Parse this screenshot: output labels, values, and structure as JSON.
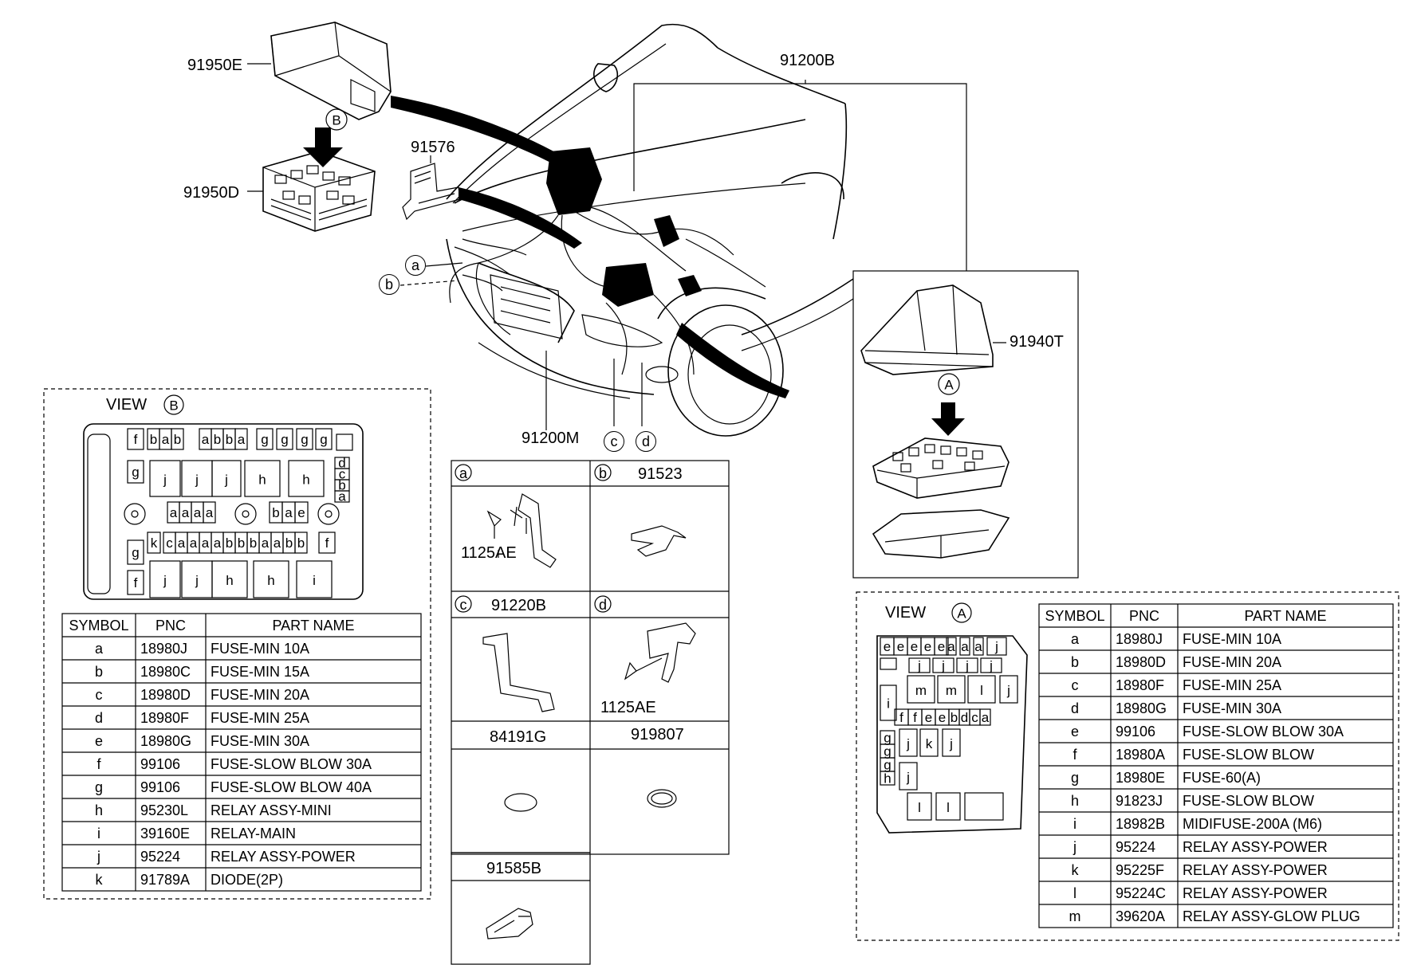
{
  "callouts": {
    "p91950E": "91950E",
    "p91950D": "91950D",
    "p91576": "91576",
    "p91200B": "91200B",
    "p91940T": "91940T",
    "p91200M": "91200M",
    "circleB": "B",
    "circleA": "A",
    "ca": "a",
    "cb": "b",
    "cc": "c",
    "cd": "d"
  },
  "detail_grid": {
    "cells": [
      {
        "letter": "a",
        "part": "",
        "sub": "1125AE"
      },
      {
        "letter": "b",
        "part": "91523",
        "sub": ""
      },
      {
        "letter": "c",
        "part": "91220B",
        "sub": ""
      },
      {
        "letter": "d",
        "part": "",
        "sub": "1125AE"
      },
      {
        "letter": "",
        "part": "84191G",
        "sub": ""
      },
      {
        "letter": "",
        "part": "919807",
        "sub": ""
      },
      {
        "letter": "",
        "part": "91585B",
        "sub": ""
      }
    ]
  },
  "view_b": {
    "view_label": "VIEW",
    "view_letter": "B",
    "layout": {
      "row1": [
        "f",
        "b",
        "a",
        "b",
        "a",
        "b",
        "b",
        "a",
        "g",
        "g",
        "g",
        "g"
      ],
      "row2a": [
        "g",
        "j",
        "j",
        "j",
        "h",
        "h"
      ],
      "row2b": [
        "d",
        "c",
        "b",
        "a"
      ],
      "row3a": [
        "a",
        "a",
        "a",
        "a"
      ],
      "row3b": [
        "b",
        "a",
        "e"
      ],
      "row4": [
        "g",
        "k",
        "c",
        "a",
        "a",
        "a",
        "a",
        "b",
        "b",
        "b",
        "a",
        "a",
        "b",
        "b",
        "f"
      ],
      "row5": [
        "f",
        "j",
        "j",
        "h",
        "h",
        "i"
      ]
    },
    "headers": [
      "SYMBOL",
      "PNC",
      "PART NAME"
    ],
    "rows": [
      [
        "a",
        "18980J",
        "FUSE-MIN 10A"
      ],
      [
        "b",
        "18980C",
        "FUSE-MIN 15A"
      ],
      [
        "c",
        "18980D",
        "FUSE-MIN 20A"
      ],
      [
        "d",
        "18980F",
        "FUSE-MIN 25A"
      ],
      [
        "e",
        "18980G",
        "FUSE-MIN 30A"
      ],
      [
        "f",
        "99106",
        "FUSE-SLOW BLOW 30A"
      ],
      [
        "g",
        "99106",
        "FUSE-SLOW BLOW 40A"
      ],
      [
        "h",
        "95230L",
        "RELAY ASSY-MINI"
      ],
      [
        "i",
        "39160E",
        "RELAY-MAIN"
      ],
      [
        "j",
        "95224",
        "RELAY ASSY-POWER"
      ],
      [
        "k",
        "91789A",
        "DIODE(2P)"
      ]
    ]
  },
  "view_a": {
    "view_label": "VIEW",
    "view_letter": "A",
    "layout": {
      "row1": [
        "e",
        "e",
        "e",
        "e",
        "e",
        "a",
        "a",
        "a",
        "j"
      ],
      "row2": [
        "j",
        "j",
        "j",
        "j"
      ],
      "row3": [
        "m",
        "m",
        "l",
        "j"
      ],
      "rowI": "i",
      "row4": [
        "f",
        "f",
        "e",
        "e",
        "b",
        "d",
        "c",
        "a"
      ],
      "colG": [
        "g",
        "g",
        "g",
        "h"
      ],
      "row5": [
        "j",
        "k",
        "j"
      ],
      "row6": [
        "j"
      ],
      "row7": [
        "l",
        "l"
      ]
    },
    "headers": [
      "SYMBOL",
      "PNC",
      "PART NAME"
    ],
    "rows": [
      [
        "a",
        "18980J",
        "FUSE-MIN 10A"
      ],
      [
        "b",
        "18980D",
        "FUSE-MIN 20A"
      ],
      [
        "c",
        "18980F",
        "FUSE-MIN 25A"
      ],
      [
        "d",
        "18980G",
        "FUSE-MIN 30A"
      ],
      [
        "e",
        "99106",
        "FUSE-SLOW BLOW 30A"
      ],
      [
        "f",
        "18980A",
        "FUSE-SLOW BLOW"
      ],
      [
        "g",
        "18980E",
        "FUSE-60(A)"
      ],
      [
        "h",
        "91823J",
        "FUSE-SLOW BLOW"
      ],
      [
        "i",
        "18982B",
        "MIDIFUSE-200A (M6)"
      ],
      [
        "j",
        "95224",
        "RELAY ASSY-POWER"
      ],
      [
        "k",
        "95225F",
        "RELAY ASSY-POWER"
      ],
      [
        "l",
        "95224C",
        "RELAY ASSY-POWER"
      ],
      [
        "m",
        "39620A",
        "RELAY ASSY-GLOW PLUG"
      ]
    ]
  }
}
